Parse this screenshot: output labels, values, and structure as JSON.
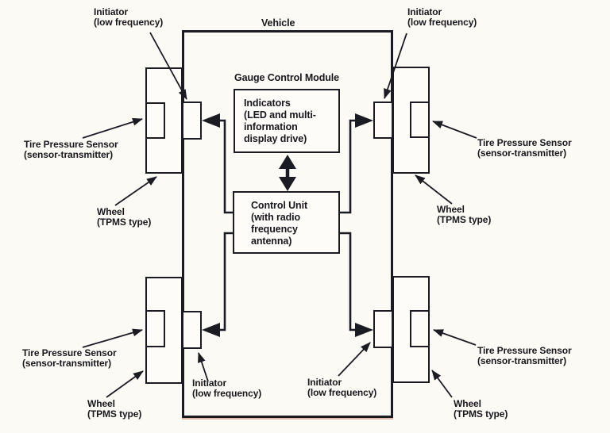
{
  "diagram": {
    "vehicle_label": "Vehicle",
    "gauge_module_label": "Gauge Control Module",
    "indicators": {
      "l1": "Indicators",
      "l2": "(LED and multi-",
      "l3": "information",
      "l4": "display drive)"
    },
    "control_unit": {
      "l1": "Control Unit",
      "l2": "(with radio",
      "l3": "frequency",
      "l4": "antenna)"
    },
    "initiator": {
      "l1": "Initiator",
      "l2": "(low frequency)"
    },
    "tire_pressure_sensor": {
      "l1": "Tire Pressure Sensor",
      "l2": "(sensor-transmitter)"
    },
    "wheel": {
      "l1": "Wheel",
      "l2": "(TPMS type)"
    },
    "colors": {
      "line": "#1b1b24",
      "text": "#17171d",
      "background": "#fbfaf5",
      "box_fill": "#fdfcf9",
      "scan_fringe": "#ba4a22"
    }
  }
}
